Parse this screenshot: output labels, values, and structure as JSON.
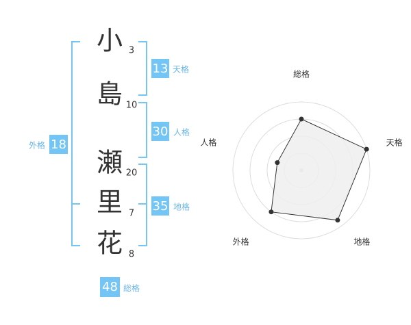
{
  "name": {
    "chars": [
      {
        "char": "小",
        "strokes": "3"
      },
      {
        "char": "島",
        "strokes": "10"
      },
      {
        "char": "瀬",
        "strokes": "20"
      },
      {
        "char": "里",
        "strokes": "7"
      },
      {
        "char": "花",
        "strokes": "8"
      }
    ]
  },
  "fortune": {
    "tenkaku": {
      "value": "13",
      "label": "天格"
    },
    "jinkaku": {
      "value": "30",
      "label": "人格"
    },
    "chikaku": {
      "value": "35",
      "label": "地格"
    },
    "gaikaku": {
      "value": "18",
      "label": "外格"
    },
    "soukaku": {
      "value": "48",
      "label": "総格"
    }
  },
  "radar": {
    "axes": [
      "総格",
      "天格",
      "地格",
      "外格",
      "人格"
    ],
    "levels": 4,
    "scores": [
      0.75,
      1.0,
      0.9,
      0.75,
      0.37
    ]
  },
  "colors": {
    "accent": "#72c5f4",
    "bracket": "#74c4f4",
    "label_text": "#6ab7e8",
    "char_text": "#333333",
    "radar_grid": "#dddddd",
    "radar_fill": "#eeeeee",
    "radar_line": "#333333"
  }
}
